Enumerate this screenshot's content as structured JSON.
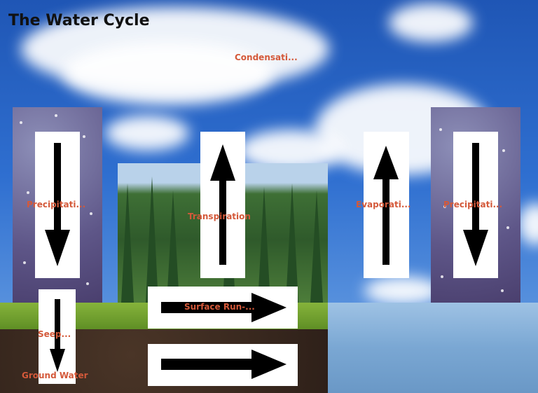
{
  "title": "The Water Cycle",
  "labels": {
    "condensation": "Condensati...",
    "precipitation_left": "Precipitati...",
    "transpiration": "Transpiration",
    "evaporation": "Evaporati...",
    "precipitation_right": "Precipitati...",
    "surface_runoff": "Surface Run-...",
    "seepage": "Seep...",
    "ground_water": "Ground Water"
  },
  "colors": {
    "label": "#d4593a",
    "title": "#111111",
    "arrow": "#000000"
  }
}
